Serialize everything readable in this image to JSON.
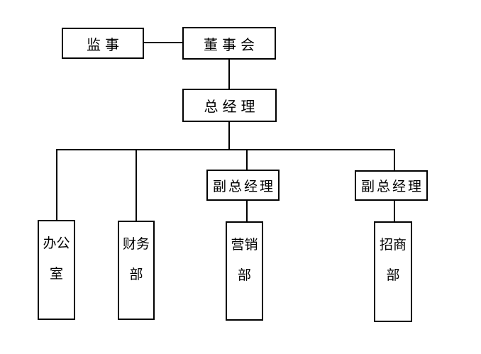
{
  "diagram": {
    "type": "org-chart",
    "background_color": "#ffffff",
    "line_color": "#000000",
    "text_color": "#000000",
    "nodes": {
      "supervisor": {
        "label": "监事"
      },
      "board": {
        "label": "董事会"
      },
      "gm": {
        "label": "总经理"
      },
      "dgm1": {
        "label": "副总经理"
      },
      "dgm2": {
        "label": "副总经理"
      },
      "office": {
        "label": "办公室",
        "orientation": "vertical"
      },
      "finance": {
        "label": "财务部",
        "orientation": "vertical"
      },
      "marketing": {
        "label": "营销部",
        "orientation": "vertical"
      },
      "investment": {
        "label": "招商部",
        "orientation": "vertical"
      }
    },
    "edges": [
      {
        "from": "supervisor",
        "to": "board"
      },
      {
        "from": "board",
        "to": "gm"
      },
      {
        "from": "gm",
        "to": "office"
      },
      {
        "from": "gm",
        "to": "finance"
      },
      {
        "from": "gm",
        "to": "dgm1"
      },
      {
        "from": "gm",
        "to": "dgm2"
      },
      {
        "from": "dgm1",
        "to": "marketing"
      },
      {
        "from": "dgm2",
        "to": "investment"
      }
    ]
  }
}
